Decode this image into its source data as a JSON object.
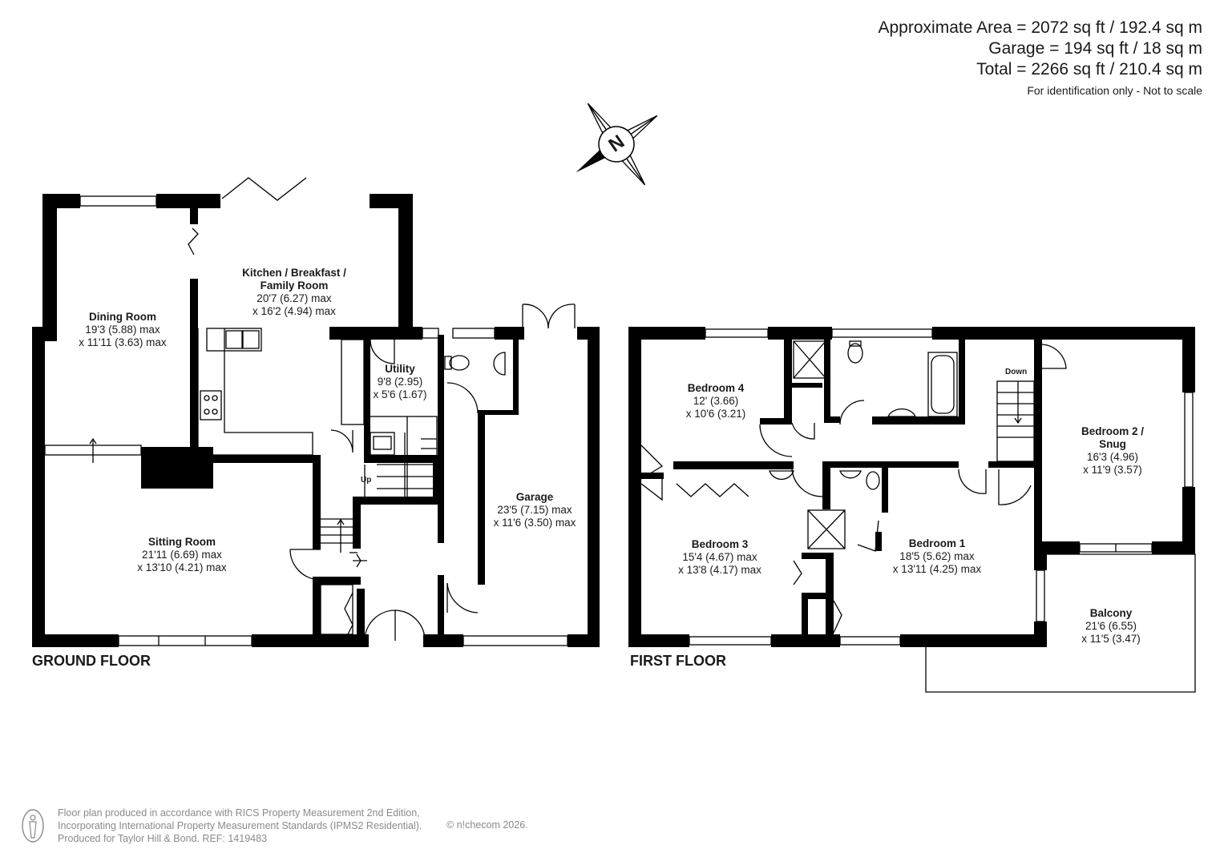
{
  "area": {
    "approximate": "Approximate Area = 2072 sq ft / 192.4 sq m",
    "garage": "Garage = 194 sq ft / 18 sq m",
    "total": "Total = 2266 sq ft / 210.4 sq m",
    "note": "For identification only - Not to scale"
  },
  "compass": {
    "letter": "N"
  },
  "ground_floor": {
    "title": "GROUND FLOOR",
    "stairs_label": "Up",
    "rooms": [
      {
        "name": "Kitchen / Breakfast /",
        "name2": "Family Room",
        "dim1": "20'7 (6.27) max",
        "dim2": "x 16'2 (4.94) max"
      },
      {
        "name": "Dining Room",
        "dim1": "19'3 (5.88) max",
        "dim2": "x 11'11 (3.63) max"
      },
      {
        "name": "Utility",
        "dim1": "9'8 (2.95)",
        "dim2": "x 5'6 (1.67)"
      },
      {
        "name": "Garage",
        "dim1": "23'5 (7.15) max",
        "dim2": "x 11'6 (3.50) max"
      },
      {
        "name": "Sitting Room",
        "dim1": "21'11 (6.69) max",
        "dim2": "x 13'10 (4.21) max"
      }
    ]
  },
  "first_floor": {
    "title": "FIRST FLOOR",
    "stairs_label": "Down",
    "rooms": [
      {
        "name": "Bedroom 4",
        "dim1": "12' (3.66)",
        "dim2": "x 10'6 (3.21)"
      },
      {
        "name": "Bedroom 2 /",
        "name2": "Snug",
        "dim1": "16'3 (4.96)",
        "dim2": "x 11'9 (3.57)"
      },
      {
        "name": "Bedroom 3",
        "dim1": "15'4 (4.67) max",
        "dim2": "x 13'8 (4.17) max"
      },
      {
        "name": "Bedroom 1",
        "dim1": "18'5 (5.62) max",
        "dim2": "x 13'11 (4.25) max"
      },
      {
        "name": "Balcony",
        "dim1": "21'6 (6.55)",
        "dim2": "x 11'5 (3.47)"
      }
    ]
  },
  "footer": {
    "line1": "Floor plan produced in accordance with RICS Property Measurement 2nd Edition,",
    "line2": "Incorporating International Property Measurement Standards (IPMS2 Residential).",
    "line3": "Produced for Taylor Hill & Bond.   REF: 1419483",
    "copyright": "© n!checom 2026."
  },
  "colors": {
    "wall": "#000000",
    "text": "#1a1a1a",
    "footer_text": "#8a8a8a"
  }
}
